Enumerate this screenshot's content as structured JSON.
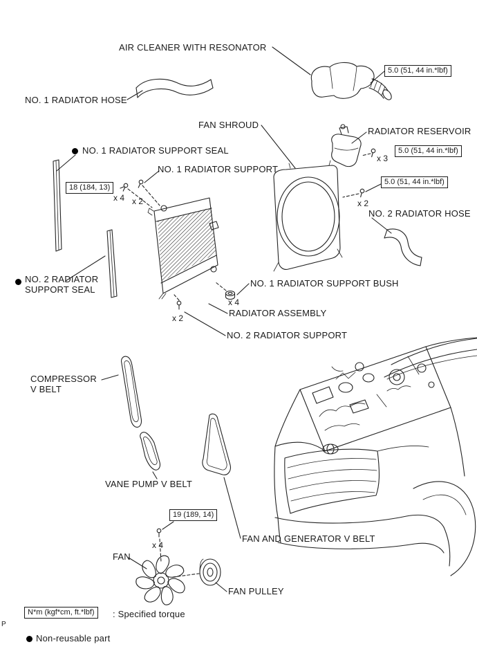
{
  "page": {
    "marker": "P"
  },
  "labels": {
    "air_cleaner": "AIR CLEANER WITH RESONATOR",
    "no1_radiator_hose": "NO. 1 RADIATOR HOSE",
    "fan_shroud": "FAN SHROUD",
    "radiator_reservoir": "RADIATOR RESERVOIR",
    "no1_radiator_support_seal": "NO. 1 RADIATOR SUPPORT SEAL",
    "no1_radiator_support": "NO. 1 RADIATOR SUPPORT",
    "no2_radiator_hose": "NO. 2 RADIATOR HOSE",
    "no2_radiator_support_seal": "NO. 2 RADIATOR SUPPORT SEAL",
    "no1_radiator_support_bush": "NO. 1 RADIATOR SUPPORT BUSH",
    "radiator_assembly": "RADIATOR ASSEMBLY",
    "no2_radiator_support": "NO. 2 RADIATOR SUPPORT",
    "compressor_v_belt": "COMPRESSOR V BELT",
    "vane_pump_v_belt": "VANE PUMP V BELT",
    "fan_and_generator_v_belt": "FAN AND GENERATOR V BELT",
    "fan": "FAN",
    "fan_pulley": "FAN PULLEY"
  },
  "torques": {
    "air_cleaner": "5.0 (51, 44 in.*lbf)",
    "reservoir": "5.0 (51, 44 in.*lbf)",
    "fan_shroud": "5.0 (51, 44 in.*lbf)",
    "radiator_support": "18 (184, 13)",
    "fan": "19 (189, 14)"
  },
  "quantities": {
    "reservoir": "x 3",
    "radiator_support_a": "x 4",
    "radiator_support_b": "x 2",
    "fan_shroud": "x 2",
    "support_bush": "x 4",
    "no2_support": "x 2",
    "fan": "x 4"
  },
  "legend": {
    "torque_symbol": "N*m (kgf*cm, ft.*lbf)",
    "torque_meaning": ": Specified torque",
    "nonreusable_meaning": "Non-reusable part"
  }
}
